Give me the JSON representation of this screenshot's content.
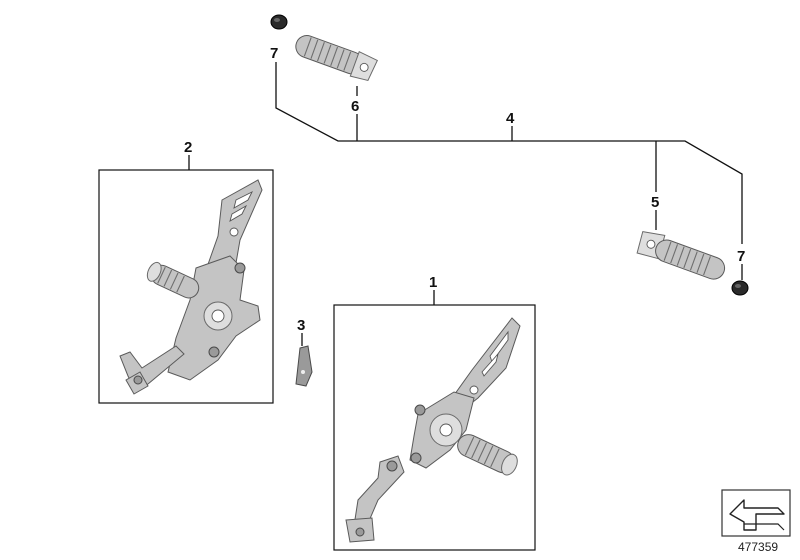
{
  "callouts": {
    "c1": "1",
    "c2": "2",
    "c3": "3",
    "c4": "4",
    "c5": "5",
    "c6": "6",
    "c7a": "7",
    "c7b": "7"
  },
  "document_number": "477359",
  "icons": {
    "nav_arrow": "corner-arrow-icon"
  }
}
